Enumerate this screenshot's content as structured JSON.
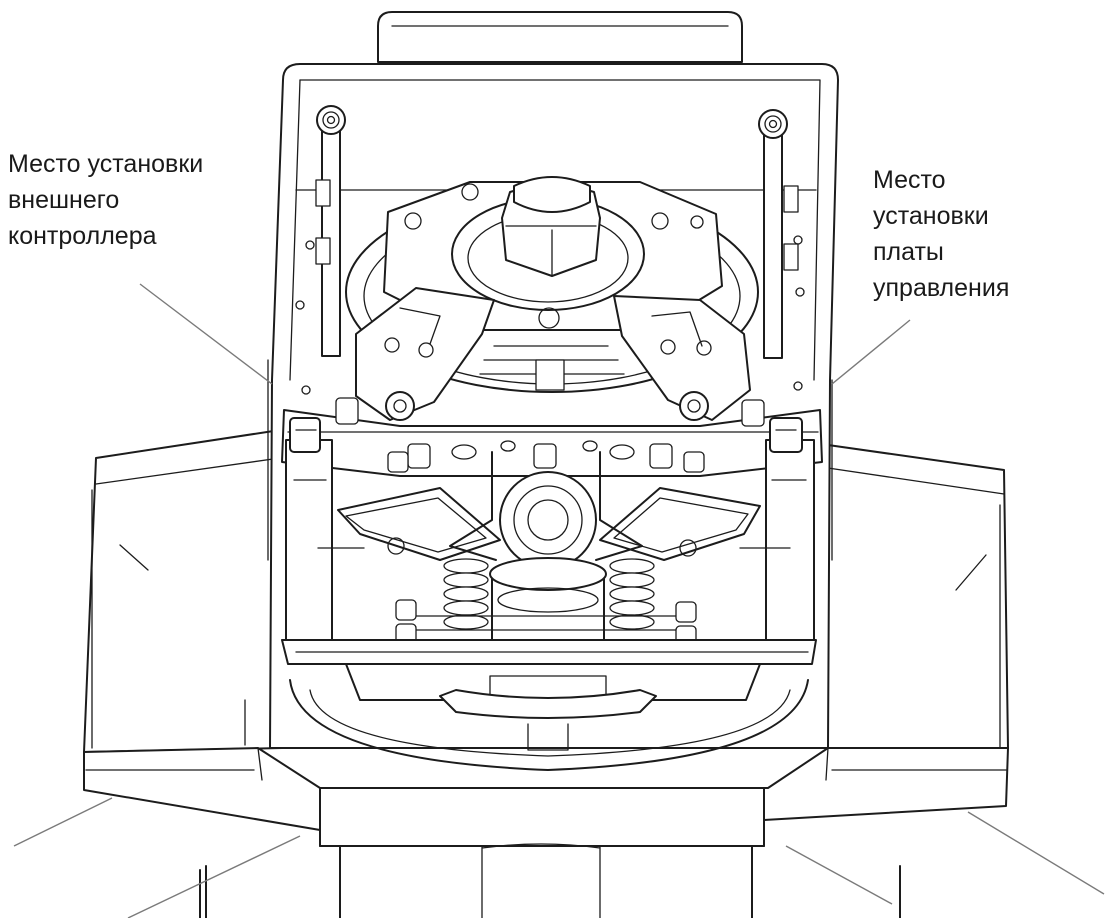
{
  "annotations": {
    "external_controller": [
      "Место установки",
      "внешнего",
      "контроллера"
    ],
    "control_board": [
      "Место",
      "установки",
      "платы",
      "управления"
    ]
  }
}
